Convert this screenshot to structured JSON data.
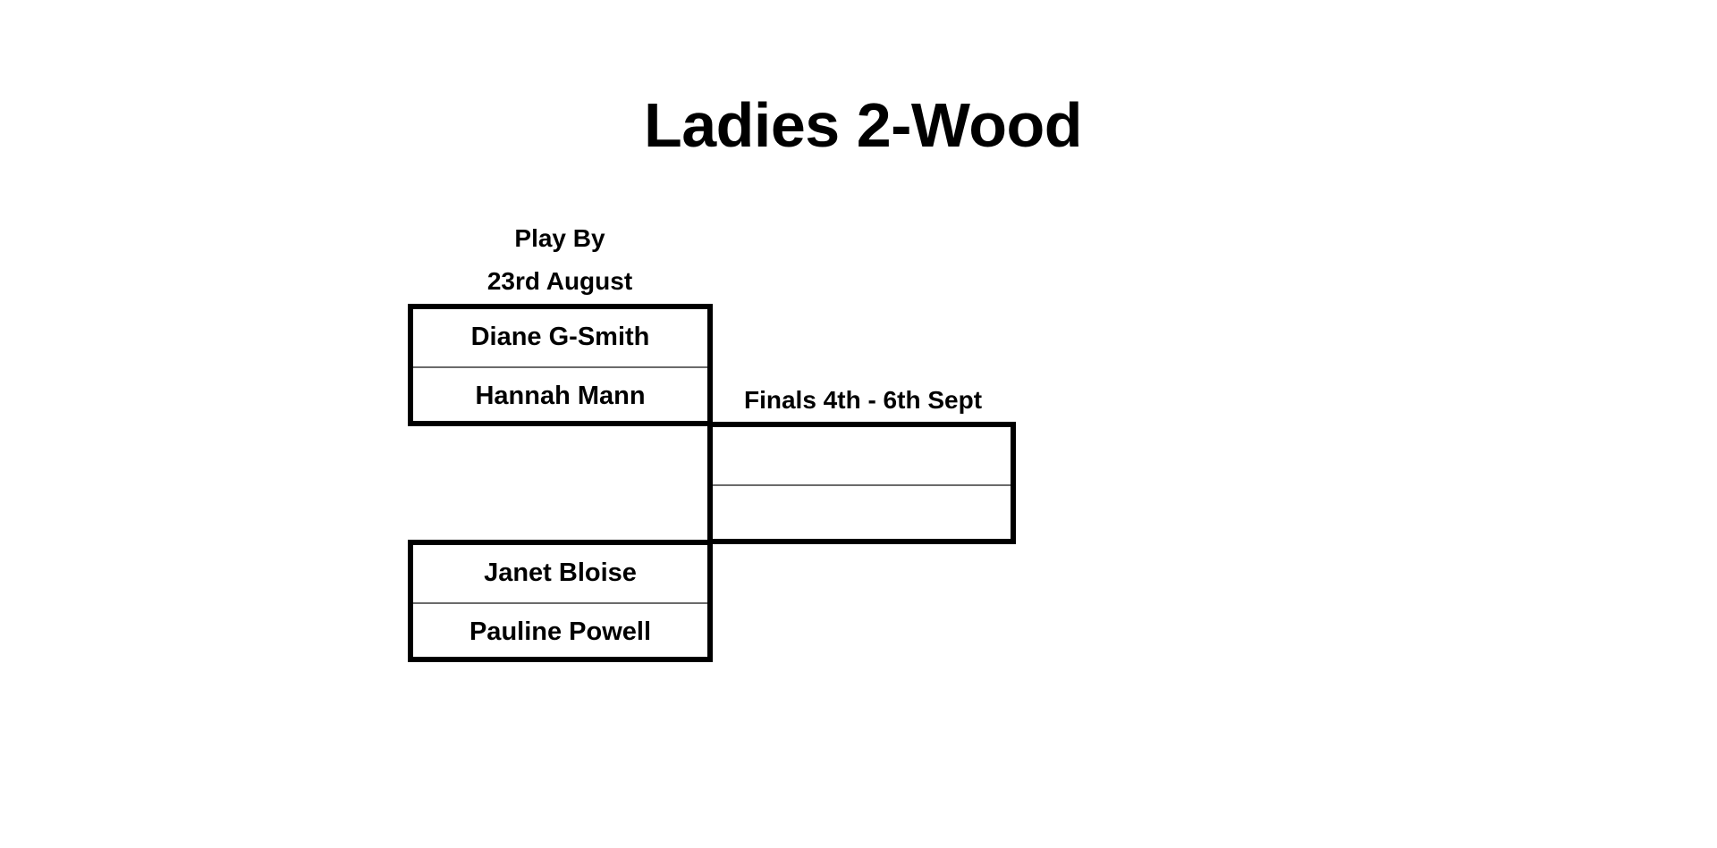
{
  "title": "Ladies 2-Wood",
  "round1": {
    "header_line1": "Play By",
    "header_line2": "23rd August",
    "matches": [
      {
        "players": [
          "Diane G-Smith",
          "Hannah Mann"
        ]
      },
      {
        "players": [
          "Janet Bloise",
          "Pauline Powell"
        ]
      }
    ]
  },
  "final": {
    "header": "Finals 4th - 6th Sept",
    "players": [
      "",
      ""
    ]
  },
  "colors": {
    "border": "#000000",
    "divider": "#6b6b6b",
    "background": "#ffffff"
  }
}
